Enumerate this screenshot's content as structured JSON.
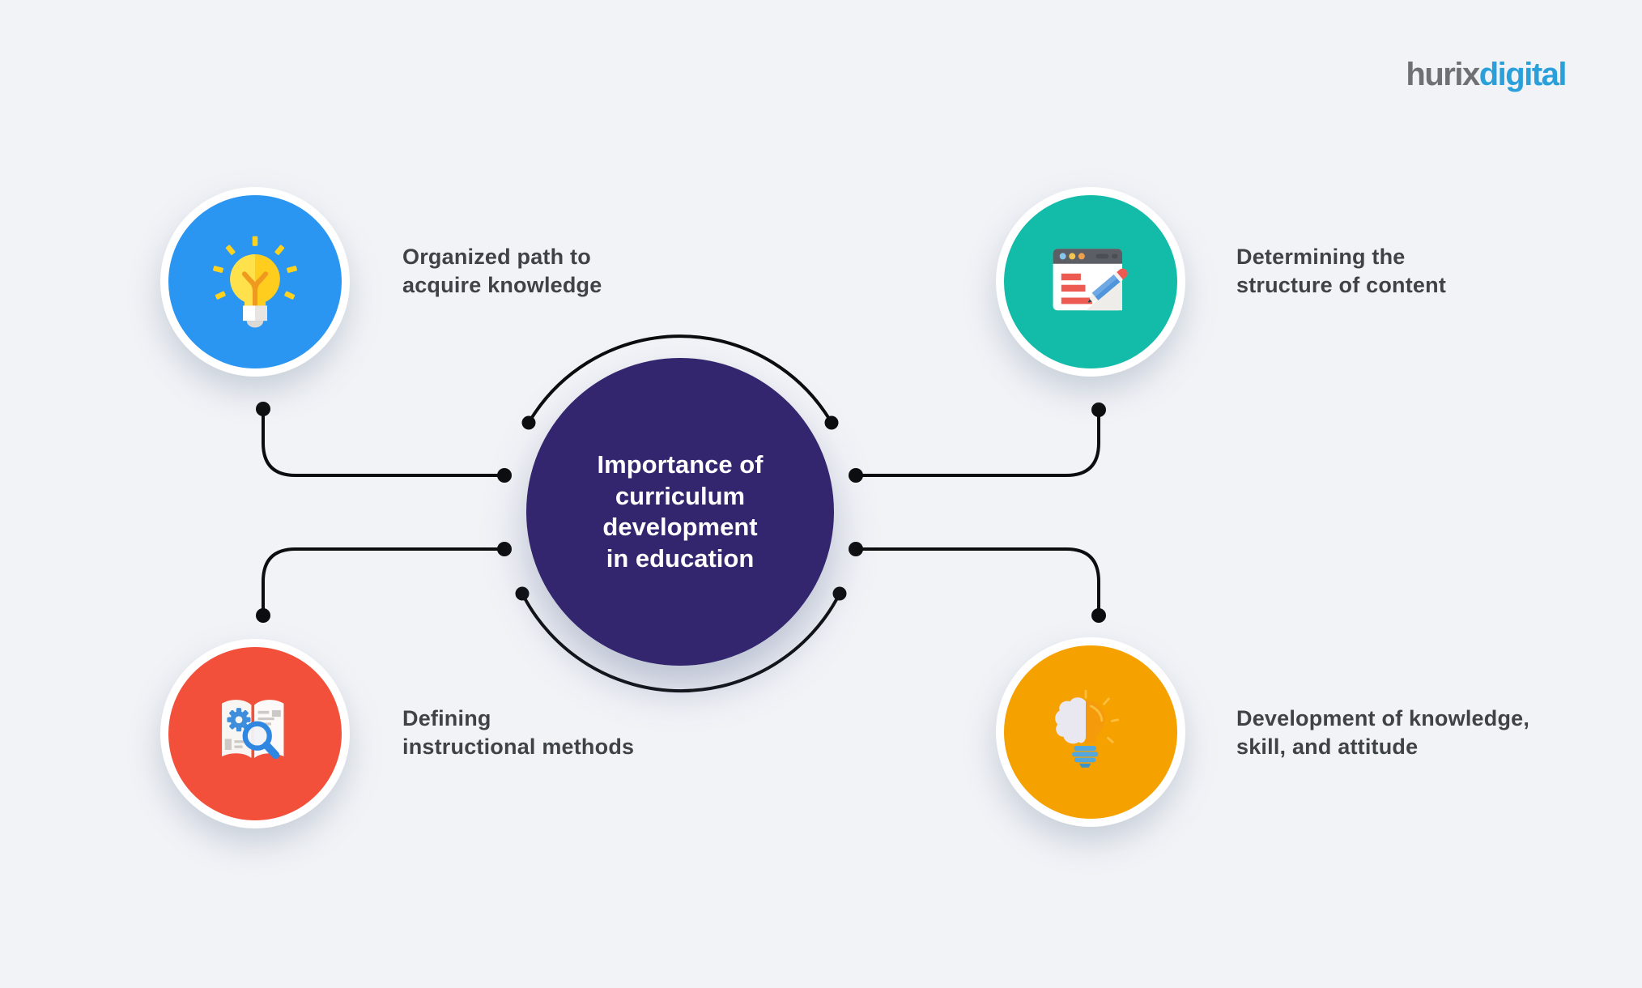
{
  "logo": {
    "part1": "hurix",
    "part2": "digital"
  },
  "center": {
    "lines": [
      "Importance of",
      "curriculum",
      "development",
      "in education"
    ]
  },
  "nodes": [
    {
      "id": "organized-path",
      "icon": "lightbulb-icon",
      "label_line1": "Organized path to",
      "label_line2": "acquire knowledge",
      "color": "#2B96F2"
    },
    {
      "id": "structure-of-content",
      "icon": "browser-edit-icon",
      "label_line1": "Determining the",
      "label_line2": "structure of content",
      "color": "#13BCA9"
    },
    {
      "id": "instructional-methods",
      "icon": "book-search-icon",
      "label_line1": "Defining",
      "label_line2": "instructional methods",
      "color": "#F2503A"
    },
    {
      "id": "knowledge-skill-attitude",
      "icon": "brain-bulb-icon",
      "label_line1": "Development of knowledge,",
      "label_line2": "skill, and attitude",
      "color": "#F5A100"
    }
  ],
  "theme": {
    "bg": "#F1F3F7",
    "center": "#33266E",
    "line": "#0C0D0E",
    "text": "#3F4347",
    "logoGray": "#6E7173",
    "logoBlue": "#2AA0DB",
    "node1": "#2B96F2",
    "node2": "#13BCA9",
    "node3": "#F2503A",
    "node4": "#F5A100"
  }
}
